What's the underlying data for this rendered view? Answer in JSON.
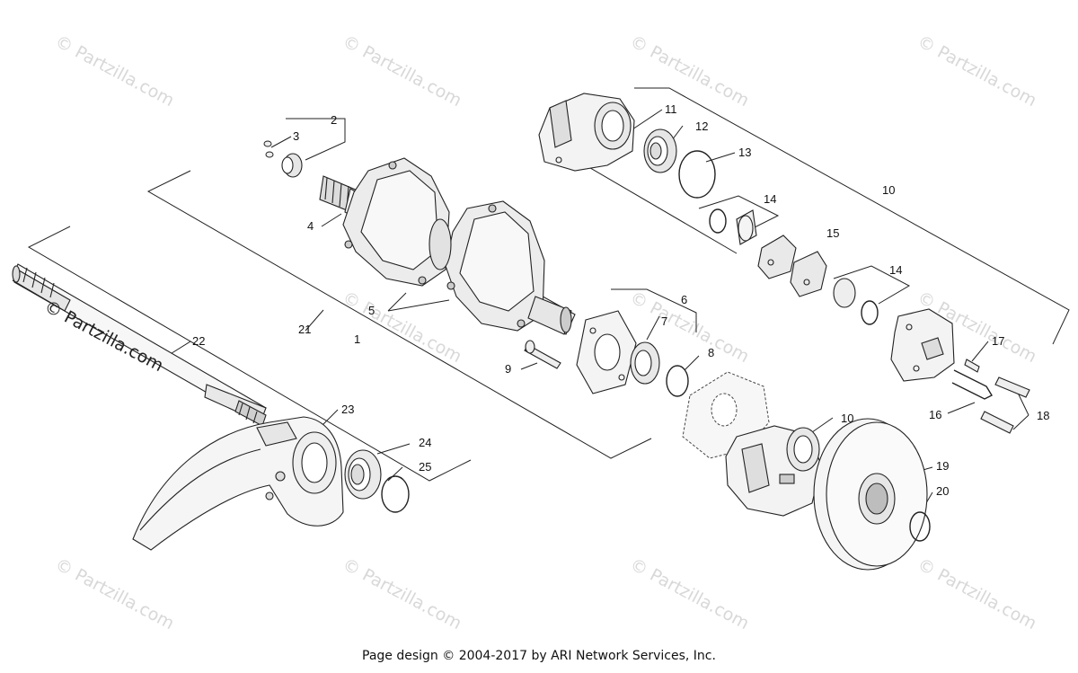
{
  "watermark": "© Partzilla.com",
  "footer": "Page design © 2004-2017 by ARI Network Services, Inc.",
  "callouts": {
    "c1": "1",
    "c2": "2",
    "c3": "3",
    "c4": "4",
    "c5": "5",
    "c6": "6",
    "c7": "7",
    "c8": "8",
    "c9": "9",
    "c10a": "10",
    "c10b": "10",
    "c11": "11",
    "c12": "12",
    "c13": "13",
    "c14a": "14",
    "c14b": "14",
    "c15": "15",
    "c16": "16",
    "c17": "17",
    "c18": "18",
    "c19": "19",
    "c20": "20",
    "c21": "21",
    "c22": "22",
    "c23": "23",
    "c24": "24",
    "c25": "25"
  }
}
